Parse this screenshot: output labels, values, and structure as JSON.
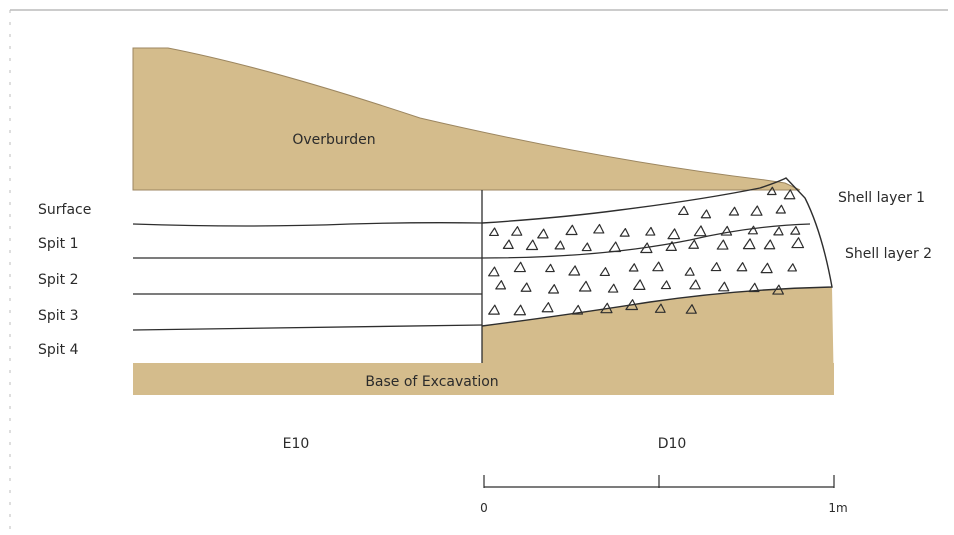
{
  "diagram": {
    "labels": {
      "overburden": "Overburden",
      "base": "Base of Excavation",
      "shell_layer_1": "Shell layer 1",
      "shell_layer_2": "Shell layer 2"
    },
    "spits": [
      "Surface",
      "Spit 1",
      "Spit 2",
      "Spit 3",
      "Spit 4"
    ],
    "squares": [
      "E10",
      "D10"
    ],
    "scale": {
      "start": "0",
      "end": "1m"
    },
    "colors": {
      "sediment": "#d4bc8c",
      "line": "#2e2e2e",
      "background": "#ffffff"
    }
  }
}
